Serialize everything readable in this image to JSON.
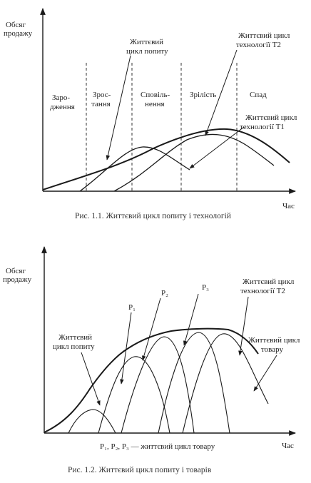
{
  "figure1": {
    "y_axis_label": [
      "Обсяг",
      "продажу"
    ],
    "x_axis_label": "Час",
    "demand_label": [
      "Життєвий",
      "цикл попиту"
    ],
    "tech2_label": [
      "Життєвий цикл",
      "технології Т2"
    ],
    "tech1_label": [
      "Життєвий цикл",
      "технології Т1"
    ],
    "phases": [
      [
        "Заро-",
        "дження"
      ],
      [
        "Зрос-",
        "тання"
      ],
      [
        "Сповіль-",
        "нення"
      ],
      [
        "Зрілість"
      ],
      [
        "Спад"
      ]
    ],
    "caption": "Рис. 1.1. Життєвий цикл попиту і технологій"
  },
  "figure2": {
    "y_axis_label": [
      "Обсяг",
      "продажу"
    ],
    "x_axis_label": "Час",
    "demand_label": [
      "Життєвий",
      "цикл попиту"
    ],
    "tech2_label": [
      "Життєвий цикл",
      "технології Т2"
    ],
    "product_label": [
      "Життєвий цикл",
      "товару"
    ],
    "p1_label": "P₁",
    "p2_label": "P₂",
    "p3_label": "P₃",
    "note": "P₁, P₂, P₃ — життєвий цикл  товару",
    "caption": "Рис. 1.2. Життєвий цикл попиту і товарів"
  }
}
